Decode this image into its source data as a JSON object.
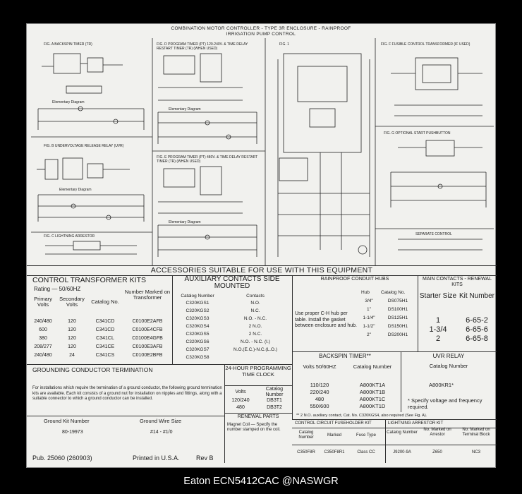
{
  "header": {
    "line1": "COMBINATION MOTOR CONTROLLER - TYPE 3R ENCLOSURE - RAINPROOF",
    "line2": "IRRIGATION PUMP CONTROL"
  },
  "figures": {
    "fig_a": "FIG. A    BACKSPIN TIMER (TR)",
    "fig_a_sub": "Elementary Diagram",
    "fig_b": "FIG. B    UNDERVOLTAGE RELEASE RELAY (UVR)",
    "fig_b_sub": "Elementary Diagram",
    "fig_c": "FIG. C    LIGHTNING ARRESTOR",
    "fig_d": "FIG. D    PROGRAM TIMER (PT) 120-240V. & TIME DELAY RESTART TIMER (TR) (WHEN USED)",
    "fig_d_sub": "Elementary Diagram",
    "fig_e": "FIG. E    PROGRAM TIMER (PT) 480V. & TIME DELAY RESTART TIMER (TR) (WHEN USED)",
    "fig_e_sub": "Elementary Diagram",
    "fig_1": "FIG. 1",
    "fig_f": "FIG. F    FUSIBLE CONTROL TRANSFORMER (IF USED)",
    "fig_g": "FIG. G    OPTIONAL START PUSHBUTTON",
    "separate_control": "SEPARATE CONTROL"
  },
  "accessories_title": "ACCESSORIES SUITABLE FOR USE WITH THIS EQUIPMENT",
  "control_transformer": {
    "title": "CONTROL TRANSFORMER KITS",
    "rating": "Rating — 50/60HZ",
    "headers": [
      "Primary Volts",
      "Secondary Volts",
      "Catalog No.",
      "Number Marked on Transformer"
    ],
    "rows": [
      [
        "240/480",
        "120",
        "C341CD",
        "C0100E2AFB"
      ],
      [
        "600",
        "120",
        "C341CD",
        "C0100E4CFB"
      ],
      [
        "380",
        "120",
        "C341CL",
        "C0100E4GFB"
      ],
      [
        "208/277",
        "120",
        "C341CE",
        "C0100E3AFB"
      ],
      [
        "240/480",
        "24",
        "C341CS",
        "C0100E2BFB"
      ]
    ]
  },
  "auxiliary": {
    "title": "AUXILIARY CONTACTS SIDE MOUNTED",
    "headers": [
      "Catalog Number",
      "Contacts"
    ],
    "rows": [
      [
        "C320KGS1",
        "N.O."
      ],
      [
        "C320KGS2",
        "N.C."
      ],
      [
        "C320KGS3",
        "N.O. - N.C."
      ],
      [
        "C320KGS4",
        "2 N.O."
      ],
      [
        "C320KGS5",
        "2 N.C."
      ],
      [
        "C320KGS6",
        "N.O. - N.C. (I.)"
      ],
      [
        "C320KGS7",
        "N.O.(E.C.)-N.C.(L.O.)"
      ],
      [
        "C320KGS8",
        ""
      ]
    ]
  },
  "conduit": {
    "title": "RAINPROOF CONDUIT HUBS",
    "headers": [
      "Hub",
      "Catalog No."
    ],
    "note": "Use proper C-H hub per table. Install the gasket between enclosure and hub.",
    "rows": [
      [
        "3/4\"",
        "DS075H1"
      ],
      [
        "1\"",
        "DS100H1"
      ],
      [
        "1-1/4\"",
        "DS125H1"
      ],
      [
        "1-1/2\"",
        "DS150H1"
      ],
      [
        "2\"",
        "DS200H1"
      ]
    ]
  },
  "main_contacts": {
    "title": "MAIN CONTACTS - RENEWAL KITS",
    "headers": [
      "Starter Size",
      "Kit Number"
    ],
    "rows": [
      [
        "1",
        "6-65-2"
      ],
      [
        "1-3/4",
        "6-65-6"
      ],
      [
        "2",
        "6-65-8"
      ]
    ]
  },
  "grounding": {
    "title": "GROUNDING CONDUCTOR TERMINATION",
    "text": "For installations which require the termination of a ground conductor, the following ground termination kits are available. Each kit consists of a ground nut for installation on nipples and fittings, along with a suitable connector to which a ground conductor can be installed.",
    "headers": [
      "Ground Kit Number",
      "Ground Wire Size"
    ],
    "row": [
      "80-19973",
      "#14 - #1/0"
    ]
  },
  "programming": {
    "title": "24-HOUR PROGRAMMING TIME CLOCK",
    "headers": [
      "Volts",
      "Catalog Number"
    ],
    "rows": [
      [
        "120/240",
        "DB3T1"
      ],
      [
        "480",
        "DB3T2"
      ]
    ]
  },
  "backspin": {
    "title": "BACKSPIN TIMER**",
    "headers": [
      "Volts 50/60HZ",
      "Catalog Number"
    ],
    "rows": [
      [
        "110/120",
        "A800KT1A"
      ],
      [
        "220/240",
        "A800KT1B"
      ],
      [
        "480",
        "A800KT1C"
      ],
      [
        "550/600",
        "A800KT1D"
      ]
    ]
  },
  "uvr": {
    "title": "UVR RELAY",
    "headers": [
      "Catalog Number"
    ],
    "value": "A800KR1*",
    "note": "* Specify voltage and frequency required."
  },
  "footnote": "** 2 N.O. auxiliary contact, Cat. No. C320KGS4, also required (See Fig. A).",
  "renewal": {
    "title": "RENEWAL PARTS",
    "text": "Magnet Coil — Specify the number stamped on the coil."
  },
  "fuseholder": {
    "title": "CONTROL CIRCUIT FUSEHOLDER KIT",
    "headers": [
      "Catalog Number",
      "Marked",
      "Fuse Type"
    ],
    "row": [
      "C350F8R",
      "C350F8R1",
      "Class CC"
    ]
  },
  "arrestor": {
    "title": "LIGHTNING ARRESTOR KIT",
    "headers": [
      "Catalog Number",
      "No. Marked on Arrestor",
      "No. Marked on Terminal Block"
    ],
    "row": [
      "J9200-9A",
      "Z650",
      "NC3"
    ]
  },
  "footer": {
    "pub": "Pub. 25060 (260903)",
    "printed": "Printed in U.S.A.",
    "rev": "Rev B"
  },
  "caption": "Eaton ECN5412CAC @NASWGR"
}
